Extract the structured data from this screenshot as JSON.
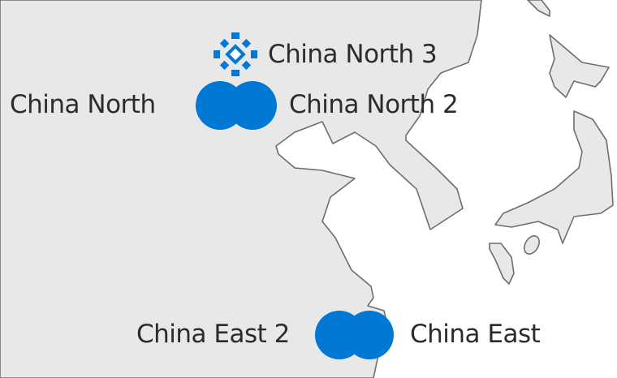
{
  "colors": {
    "land": "#e8e8e8",
    "sea": "#ffffff",
    "coast": "#6e6e6e",
    "marker": "#0078d4",
    "text": "#2b2b30"
  },
  "regions": [
    {
      "label": "China North 3",
      "marker": "planned-region-icon"
    },
    {
      "label": "China North",
      "marker": "region-circle"
    },
    {
      "label": "China North 2",
      "marker": "region-circle"
    },
    {
      "label": "China East 2",
      "marker": "region-circle"
    },
    {
      "label": "China East",
      "marker": "region-circle"
    }
  ]
}
